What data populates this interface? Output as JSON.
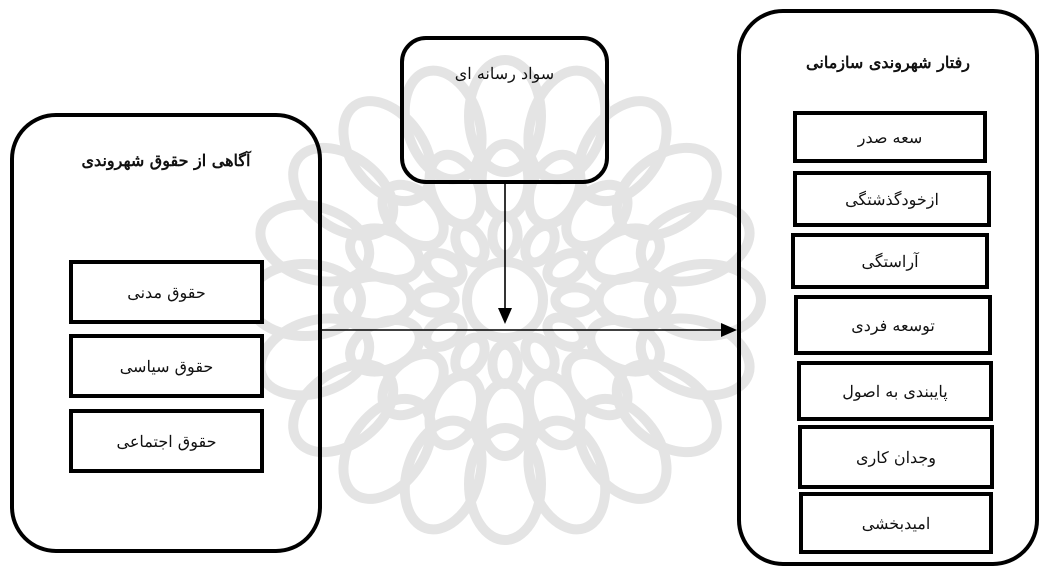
{
  "independent": {
    "title": "آگاهی از حقوق شهروندی",
    "items": [
      "حقوق مدنی",
      "حقوق سیاسی",
      "حقوق اجتماعی"
    ]
  },
  "moderator": {
    "label": "سواد رسانه ای"
  },
  "dependent": {
    "title": "رفتار شهروندی سازمانی",
    "items": [
      "سعه صدر",
      "ازخودگذشتگی",
      "آراستگی",
      "توسعه فردی",
      "پایبندی به اصول",
      "وجدان کاری",
      "امیدبخشی"
    ]
  },
  "colors": {
    "stroke": "#000000",
    "background": "#ffffff",
    "watermark": "#e6e6e6"
  }
}
